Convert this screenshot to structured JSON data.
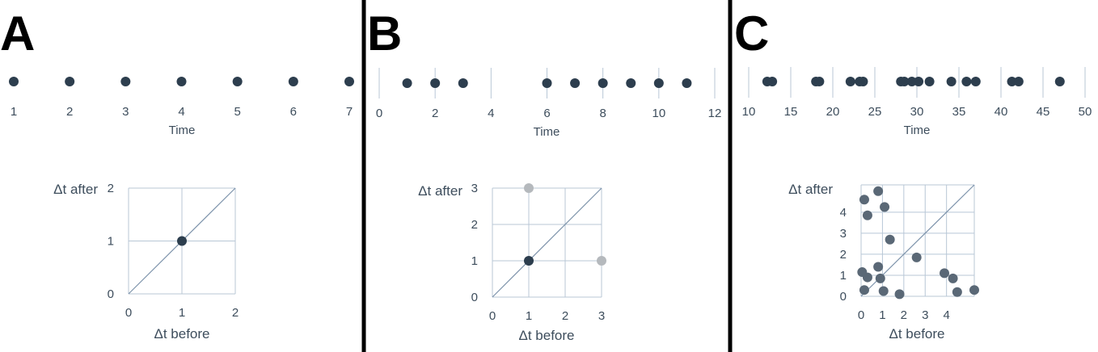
{
  "panels": [
    {
      "letter": "A",
      "timeline": {
        "xlabel": "Time",
        "ticks": [
          "1",
          "2",
          "3",
          "4",
          "5",
          "6",
          "7"
        ],
        "events": [
          1,
          2,
          3,
          4,
          5,
          6,
          7
        ]
      },
      "scatter": {
        "xlabel": "Δt before",
        "ylabel": "Δt after",
        "xticks": [
          "0",
          "1",
          "2"
        ],
        "yticks": [
          "0",
          "1",
          "2"
        ],
        "points": [
          {
            "x": 1,
            "y": 1,
            "shade": "dark"
          }
        ]
      }
    },
    {
      "letter": "B",
      "timeline": {
        "xlabel": "Time",
        "ticks": [
          "0",
          "2",
          "4",
          "6",
          "8",
          "10",
          "12"
        ],
        "events": [
          1,
          2,
          3,
          6,
          7,
          8,
          9,
          10,
          11
        ]
      },
      "scatter": {
        "xlabel": "Δt before",
        "ylabel": "Δt after",
        "xticks": [
          "0",
          "1",
          "2",
          "3"
        ],
        "yticks": [
          "0",
          "1",
          "2",
          "3"
        ],
        "points": [
          {
            "x": 1,
            "y": 1,
            "shade": "dark"
          },
          {
            "x": 1,
            "y": 3,
            "shade": "light"
          },
          {
            "x": 3,
            "y": 1,
            "shade": "light"
          }
        ]
      }
    },
    {
      "letter": "C",
      "timeline": {
        "xlabel": "Time",
        "ticks": [
          "10",
          "15",
          "20",
          "25",
          "30",
          "35",
          "40",
          "45",
          "50"
        ],
        "events": [
          12.2,
          12.8,
          18.0,
          18.4,
          22.1,
          23.2,
          23.6,
          28.1,
          28.5,
          29.4,
          30.2,
          31.5,
          34.1,
          35.9,
          37.0,
          41.3,
          42.1,
          47.0
        ]
      },
      "scatter": {
        "xlabel": "Δt before",
        "ylabel": "Δt after",
        "xticks": [
          "0",
          "1",
          "2",
          "3",
          "4"
        ],
        "yticks": [
          "0",
          "1",
          "2",
          "3",
          "4"
        ],
        "points": [
          {
            "x": 0.15,
            "y": 4.6,
            "shade": "mid"
          },
          {
            "x": 0.8,
            "y": 5.0,
            "shade": "mid"
          },
          {
            "x": 0.3,
            "y": 3.85,
            "shade": "mid"
          },
          {
            "x": 1.1,
            "y": 4.25,
            "shade": "mid"
          },
          {
            "x": 1.35,
            "y": 2.7,
            "shade": "mid"
          },
          {
            "x": 2.6,
            "y": 1.85,
            "shade": "mid"
          },
          {
            "x": 0.05,
            "y": 1.15,
            "shade": "mid"
          },
          {
            "x": 0.8,
            "y": 1.4,
            "shade": "mid"
          },
          {
            "x": 0.3,
            "y": 0.9,
            "shade": "mid"
          },
          {
            "x": 0.9,
            "y": 0.85,
            "shade": "mid"
          },
          {
            "x": 0.15,
            "y": 0.3,
            "shade": "mid"
          },
          {
            "x": 1.05,
            "y": 0.25,
            "shade": "mid"
          },
          {
            "x": 1.8,
            "y": 0.1,
            "shade": "mid"
          },
          {
            "x": 3.9,
            "y": 1.1,
            "shade": "mid"
          },
          {
            "x": 4.3,
            "y": 0.85,
            "shade": "mid"
          },
          {
            "x": 4.5,
            "y": 0.2,
            "shade": "mid"
          },
          {
            "x": 5.3,
            "y": 0.3,
            "shade": "mid"
          }
        ]
      }
    }
  ],
  "colors": {
    "dark": "#2d3e4e",
    "mid": "#5a6876",
    "light": "#b5b9bd",
    "grid": "#b8c7d6",
    "text": "#3d4d5c"
  }
}
